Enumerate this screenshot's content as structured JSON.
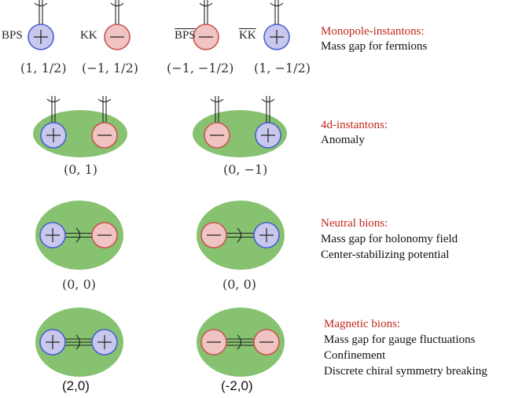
{
  "colors": {
    "title_red": "#c0281c",
    "blob_green": "#86c26f",
    "plus_fill": "#c8c8ee",
    "plus_stroke": "#4a5ed0",
    "minus_fill": "#f1c4c4",
    "minus_stroke": "#c9544f",
    "line": "#222222"
  },
  "row1": {
    "labels": [
      "BPS",
      "KK",
      "BPS",
      "KK"
    ],
    "coords": [
      "(1, 1/2)",
      "(−1, 1/2)",
      "(−1, −1/2)",
      "(1, −1/2)"
    ],
    "title": "Monopole-instantons:",
    "descs": [
      "Mass gap for fermions"
    ]
  },
  "row2": {
    "coords": [
      "(0, 1)",
      "(0, −1)"
    ],
    "title": "4d-instantons:",
    "descs": [
      "Anomaly"
    ]
  },
  "row3": {
    "coords": [
      "(0, 0)",
      "(0, 0)"
    ],
    "title": "Neutral bions:",
    "descs": [
      "Mass gap for holonomy field",
      "Center-stabilizing potential"
    ]
  },
  "row4": {
    "coords": [
      "(2,0)",
      "(-2,0)"
    ],
    "title": "Magnetic bions:",
    "descs": [
      "Mass gap for gauge fluctuations",
      "Confinement",
      "Discrete chiral symmetry breaking"
    ]
  }
}
